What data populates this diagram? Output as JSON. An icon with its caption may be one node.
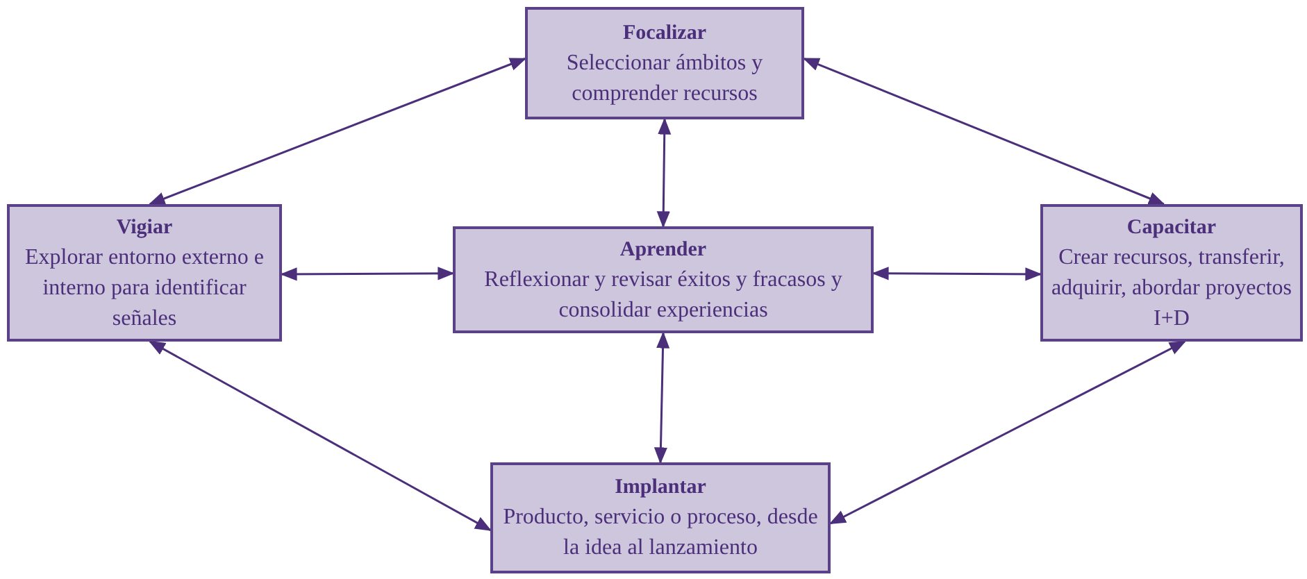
{
  "diagram": {
    "nodes": [
      {
        "text": [
          "Focalizar",
          "Seleccionar ámbitos y comprender recursos"
        ]
      },
      {
        "text": [
          "Vigiar",
          "Explorar entorno externo e interno para identificar señales"
        ]
      },
      {
        "text": [
          "Aprender",
          "Reflexionar y revisar éxitos y fracasos y consolidar experiencias"
        ]
      },
      {
        "text": [
          "Capacitar",
          "Crear recursos, transferir, adquirir, abordar proyectos I+D"
        ]
      },
      {
        "text": [
          "Implantar",
          "Producto, servicio o proceso, desde la idea al lanzamiento"
        ]
      }
    ],
    "edges": [
      {
        "from": 0,
        "to": 1,
        "arrow": "both"
      },
      {
        "from": 0,
        "to": 3,
        "arrow": "both"
      },
      {
        "from": 0,
        "to": 2,
        "arrow": "both"
      },
      {
        "from": 1,
        "to": 2,
        "arrow": "both"
      },
      {
        "from": 2,
        "to": 3,
        "arrow": "both"
      },
      {
        "from": 2,
        "to": 4,
        "arrow": "both"
      },
      {
        "from": 1,
        "to": 4,
        "arrow": "both"
      },
      {
        "from": 3,
        "to": 4,
        "arrow": "both"
      }
    ]
  }
}
